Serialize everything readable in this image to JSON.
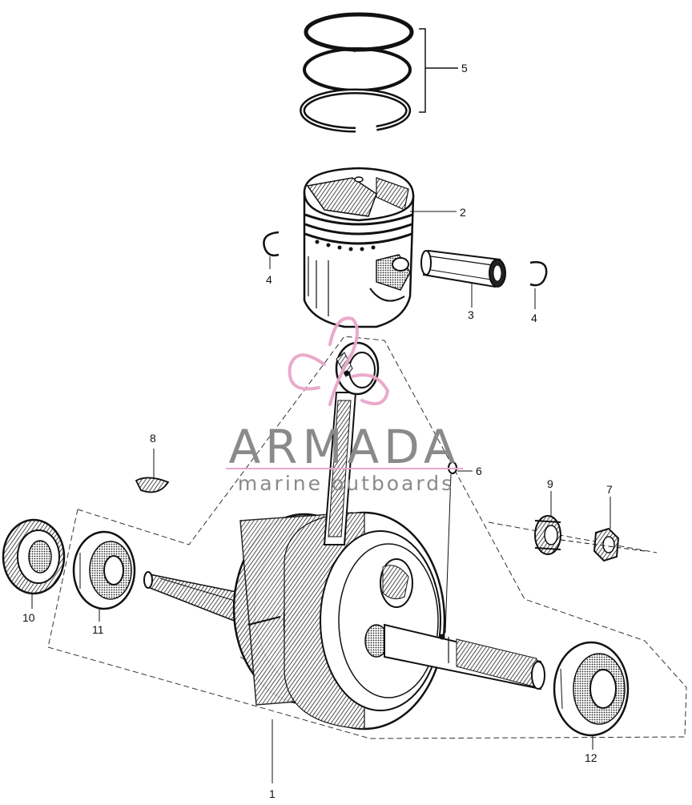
{
  "watermark": {
    "brand": "ARMADA",
    "tagline": "marine outboards",
    "accent_color": "#e9a6c9",
    "text_color": "#8a8a8a"
  },
  "callouts": {
    "c1": "1",
    "c2": "2",
    "c3": "3",
    "c4a": "4",
    "c4b": "4",
    "c5": "5",
    "c6": "6",
    "c7": "7",
    "c8": "8",
    "c9": "9",
    "c10": "10",
    "c11": "11",
    "c12": "12"
  }
}
